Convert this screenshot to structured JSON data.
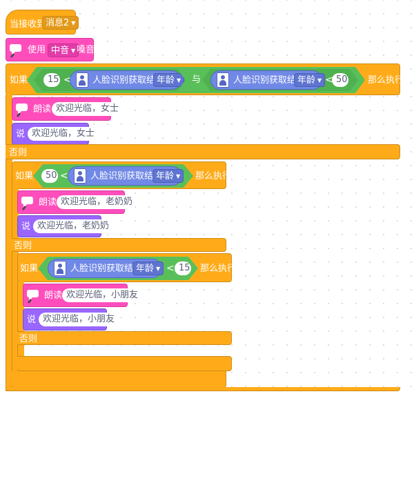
{
  "hat": {
    "label": "当接收到",
    "message": "消息2"
  },
  "voice": {
    "prefix": "使用",
    "value": "中音",
    "suffix": "嗓音"
  },
  "if1": {
    "if_label": "如果",
    "num_left": "15",
    "op_left": "<",
    "reporter_label": "人脸识别获取结果",
    "field": "年龄",
    "and_label": "与",
    "op_right": "<",
    "num_right": "50",
    "then_label": "那么执行",
    "read_label": "朗读",
    "read_text": "欢迎光临，女士",
    "say_label": "说",
    "say_text": "欢迎光临，女士",
    "else_label": "否则"
  },
  "if2": {
    "if_label": "如果",
    "num": "50",
    "op": "<",
    "reporter_label": "人脸识别获取结果",
    "field": "年龄",
    "then_label": "那么执行",
    "read_label": "朗读",
    "read_text": "欢迎光临，老奶奶",
    "say_label": "说",
    "say_text": "欢迎光临，老奶奶",
    "else_label": "否则"
  },
  "if3": {
    "if_label": "如果",
    "reporter_label": "人脸识别获取结果",
    "field": "年龄",
    "op": "<",
    "num": "15",
    "then_label": "那么执行",
    "read_label": "朗读",
    "read_text": "欢迎光临，小朋友",
    "say_label": "说",
    "say_text": "欢迎光临，小朋友",
    "else_label": "否则"
  },
  "colors": {
    "events": "#ffab19",
    "control": "#ffab19",
    "text_to_speech": "#ff4ebc",
    "looks": "#9966ff",
    "operators": "#59c059",
    "ai_extension": "#7189e6"
  },
  "icons": {
    "speech": "speaker-icon",
    "face": "face-recognition-icon",
    "dropdown": "chevron-down-icon"
  }
}
